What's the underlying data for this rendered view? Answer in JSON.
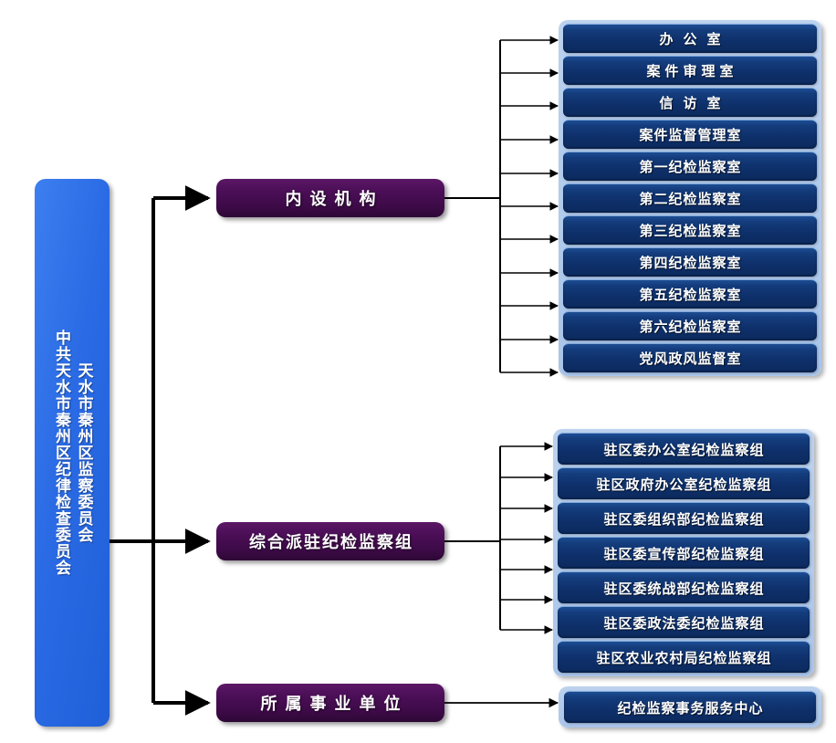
{
  "org_chart": {
    "root": {
      "name": "root-node",
      "column_right": "中共天水市秦州区纪律检查委员会",
      "column_left": "天水市秦州区监察委员会"
    },
    "categories": [
      {
        "id": "internal",
        "label": "内设机构"
      },
      {
        "id": "stationed",
        "label": "综合派驻纪检监察组"
      },
      {
        "id": "affiliate",
        "label": "所属事业单位"
      }
    ],
    "groups": {
      "internal": {
        "items": [
          "办公室",
          "案件审理室",
          "信访室",
          "案件监督管理室",
          "第一纪检监察室",
          "第二纪检监察室",
          "第三纪检监察室",
          "第四纪检监察室",
          "第五纪检监察室",
          "第六纪检监察室",
          "党风政风监督室"
        ]
      },
      "stationed": {
        "items": [
          "驻区委办公室纪检监察组",
          "驻区政府办公室纪检监察组",
          "驻区委组织部纪检监察组",
          "驻区委宣传部纪检监察组",
          "驻区委统战部纪检监察组",
          "驻区委政法委纪检监察组",
          "驻区农业农村局纪检监察组"
        ]
      },
      "affiliate": {
        "items": [
          "纪检监察事务服务中心"
        ]
      }
    },
    "colors": {
      "root_blue": "#2a6ae4",
      "category_purple": "#4a0e56",
      "leaf_navy": "#123a78",
      "group_panel": "#b3cbec",
      "connector": "#000000",
      "page_background": "#ffffff"
    }
  }
}
